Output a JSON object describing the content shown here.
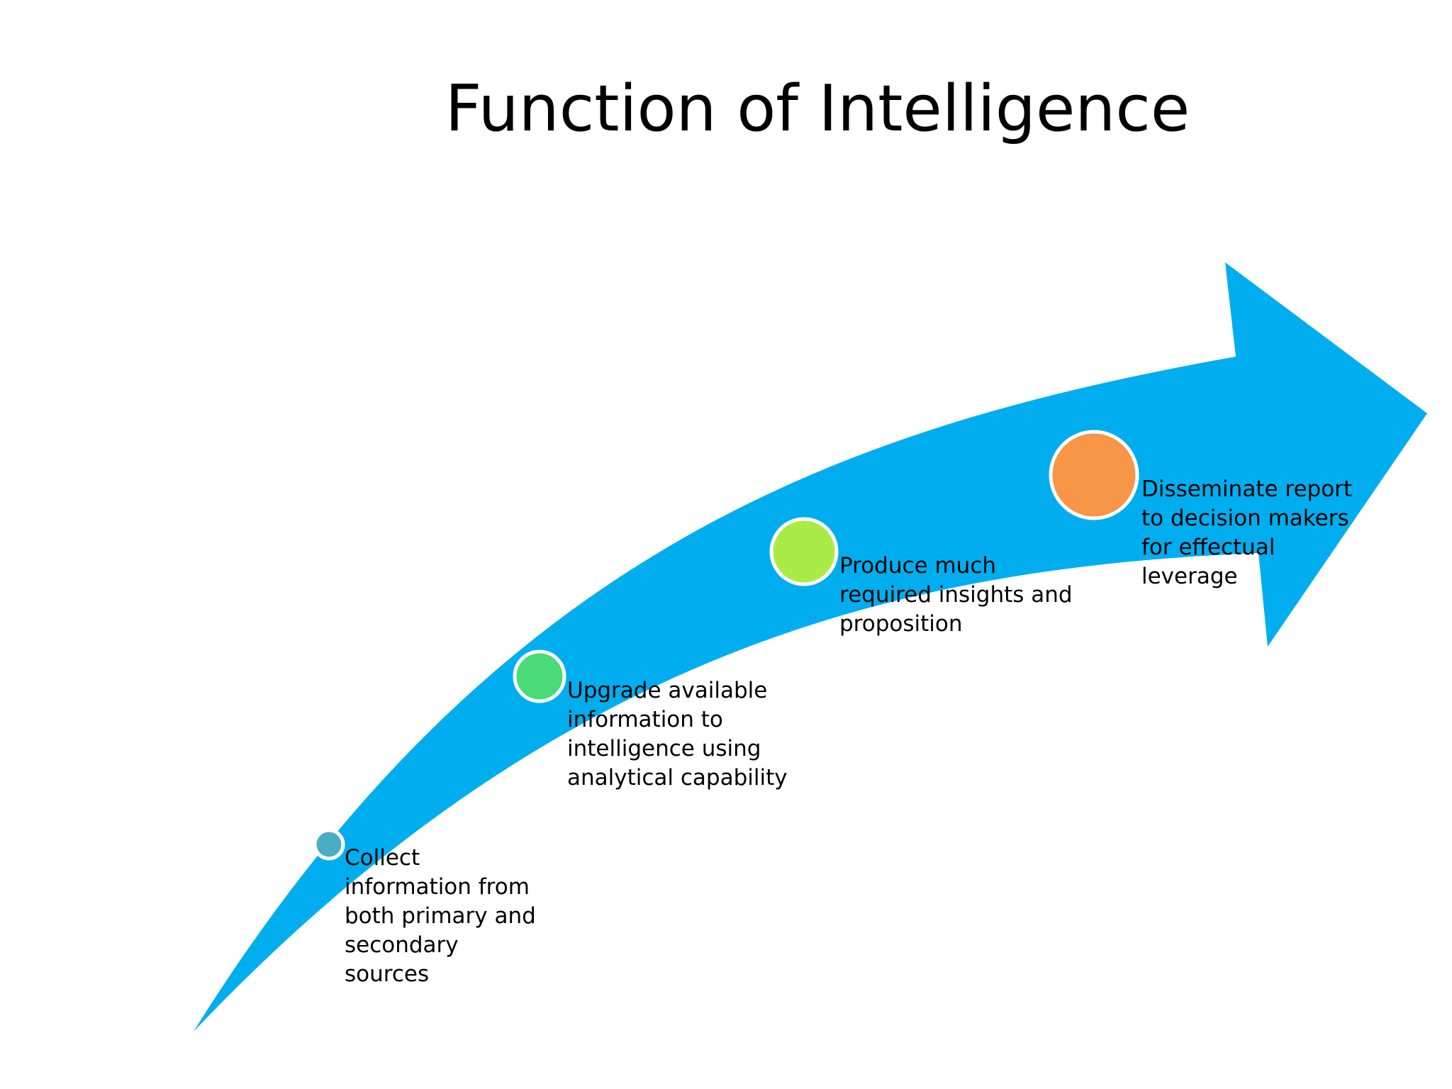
{
  "slide": {
    "title": "Function of Intelligence"
  },
  "colors": {
    "arrow": "#00AEEF",
    "step_1": "#4BACC6",
    "step_2": "#4ADB78",
    "step_3": "#ABEB45",
    "step_4": "#F79646",
    "marker_border": "#FFFFFF"
  },
  "steps": [
    {
      "text": "Collect\ninformation from\nboth primary and\nsecondary\nsources"
    },
    {
      "text": "Upgrade available\ninformation to\nintelligence using\nanalytical capability"
    },
    {
      "text": "Produce much\nrequired insights and\nproposition"
    },
    {
      "text": "Disseminate report\nto decision makers\nfor effectual\nleverage"
    }
  ]
}
